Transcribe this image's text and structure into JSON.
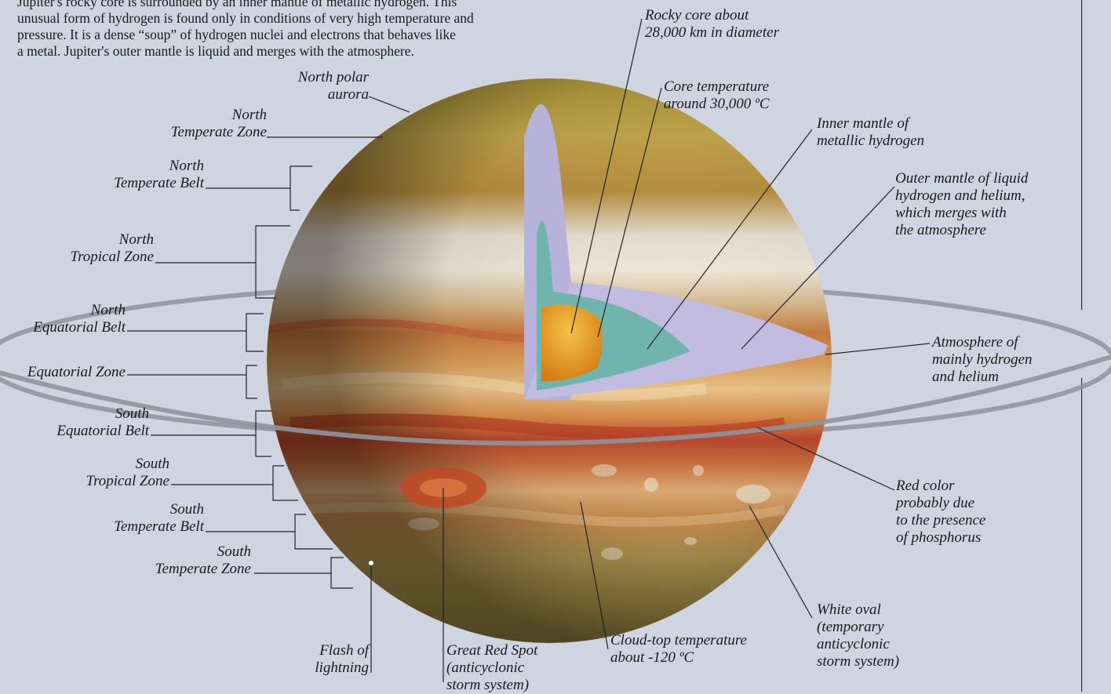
{
  "intro": {
    "line1": "Jupiter's rocky core is surrounded by an inner mantle of metallic hydrogen. This",
    "line2": "unusual form of hydrogen is found only in conditions of very high temperature and",
    "line3": "pressure. It is a dense “soup” of hydrogen nuclei and electrons that behaves like",
    "line4": "a metal. Jupiter's outer mantle is liquid and merges with the atmosphere."
  },
  "labels": {
    "north_polar_aurora": [
      "North polar",
      "aurora"
    ],
    "north_temperate_zone": [
      "North",
      "Temperate Zone"
    ],
    "north_temperate_belt": [
      "North",
      "Temperate Belt"
    ],
    "north_tropical_zone": [
      "North",
      "Tropical Zone"
    ],
    "north_equatorial_belt": [
      "North",
      "Equatorial Belt"
    ],
    "equatorial_zone": [
      "Equatorial Zone"
    ],
    "south_equatorial_belt": [
      "South",
      "Equatorial Belt"
    ],
    "south_tropical_zone": [
      "South",
      "Tropical Zone"
    ],
    "south_temperate_belt": [
      "South",
      "Temperate Belt"
    ],
    "south_temperate_zone": [
      "South",
      "Temperate Zone"
    ],
    "flash_of_lightning": [
      "Flash of",
      "lightning"
    ],
    "great_red_spot": [
      "Great Red Spot",
      "(anticyclonic",
      "storm system)"
    ],
    "cloud_top_temperature": [
      "Cloud-top temperature",
      "about -120 ºC"
    ],
    "white_oval": [
      "White oval",
      "(temporary",
      "anticyclonic",
      "storm system)"
    ],
    "red_color": [
      "Red color",
      "probably due",
      "to the presence",
      "of phosphorus"
    ],
    "atmosphere": [
      "Atmosphere of",
      "mainly hydrogen",
      "and helium"
    ],
    "outer_mantle": [
      "Outer mantle of liquid",
      "hydrogen and helium,",
      "which merges with",
      "the atmosphere"
    ],
    "inner_mantle": [
      "Inner mantle of",
      "metallic hydrogen"
    ],
    "core_temperature": [
      "Core temperature",
      "around 30,000 ºC"
    ],
    "rocky_core": [
      "Rocky core about",
      "28,000 km in diameter"
    ]
  },
  "colors": {
    "background": "#cfd5e0",
    "text": "#1a1a1a",
    "leader": "#222222",
    "ring": "#8e939c",
    "core": "#e39a1a",
    "inner_mantle": "#6fb5ae",
    "outer_mantle": "#b7b2d9",
    "great_red_spot": "#c04a24"
  }
}
